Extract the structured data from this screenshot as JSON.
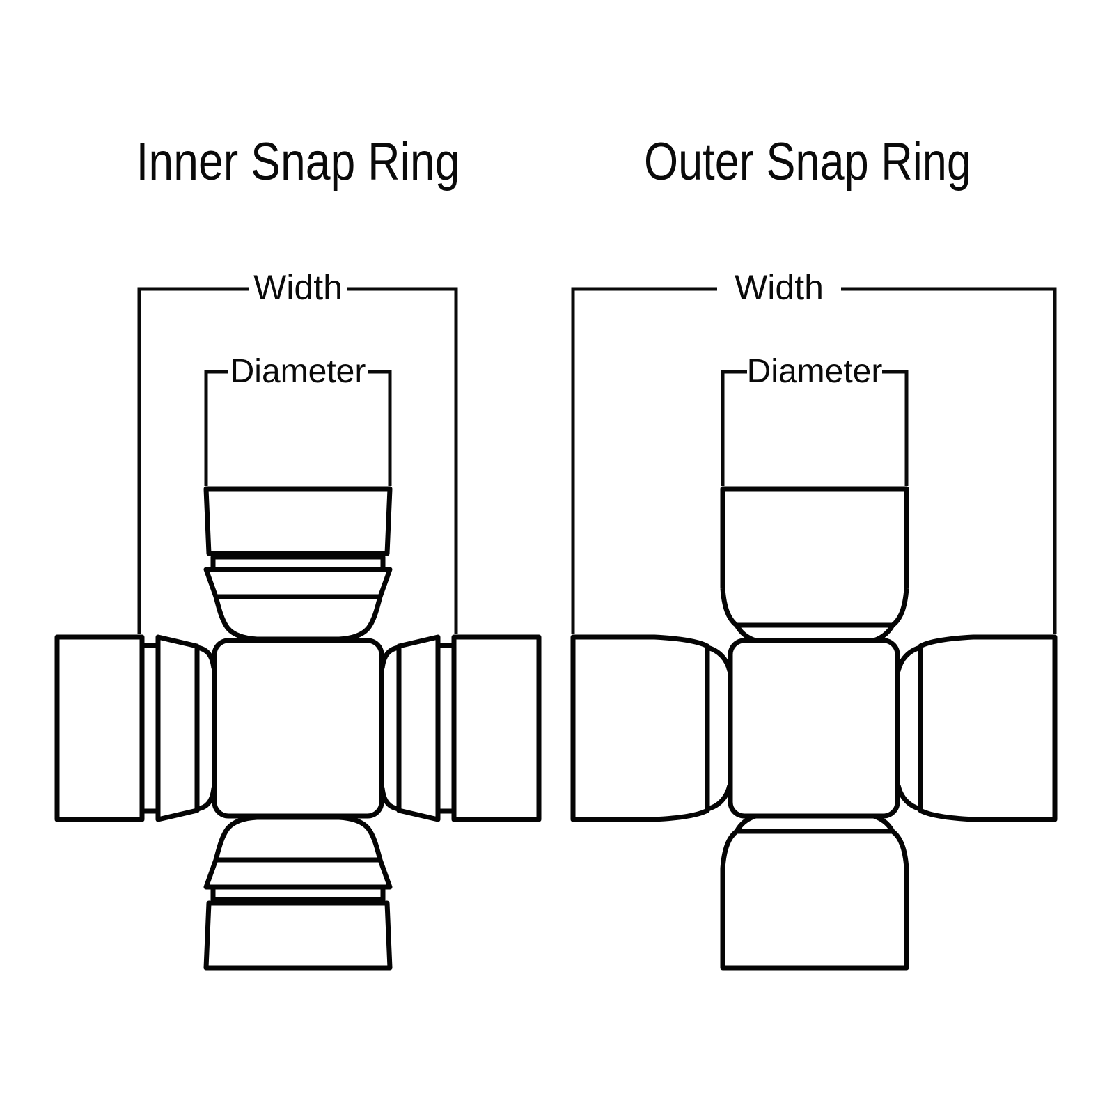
{
  "canvas": {
    "background": "#ffffff",
    "line_color": "#050505"
  },
  "diagrams": [
    {
      "id": "inner-snap-ring",
      "title": "Inner Snap Ring",
      "width_label": "Width",
      "diameter_label": "Diameter"
    },
    {
      "id": "outer-snap-ring",
      "title": "Outer Snap Ring",
      "width_label": "Width",
      "diameter_label": "Diameter"
    }
  ]
}
